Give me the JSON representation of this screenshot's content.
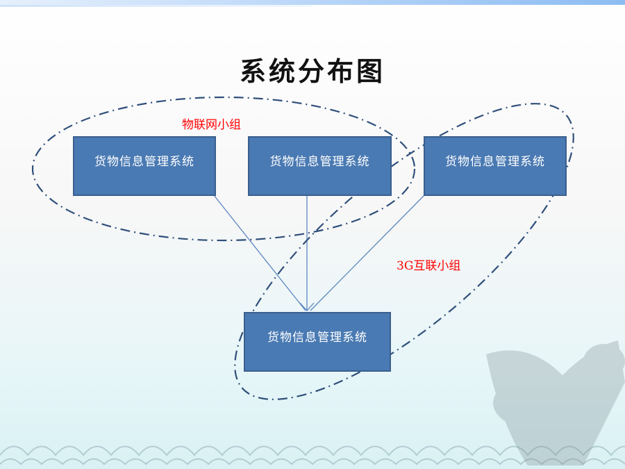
{
  "title": "系统分布图",
  "groups": {
    "iot": "物联网小组",
    "g3": "3G互联小组"
  },
  "nodes": [
    "货物信息管理系统",
    "货物信息管理系统",
    "货物信息管理系统",
    "货物信息管理系统"
  ],
  "colors": {
    "box": "#4a7ab3",
    "group_label": "#ff0000",
    "dash": "#2f4f7a"
  }
}
